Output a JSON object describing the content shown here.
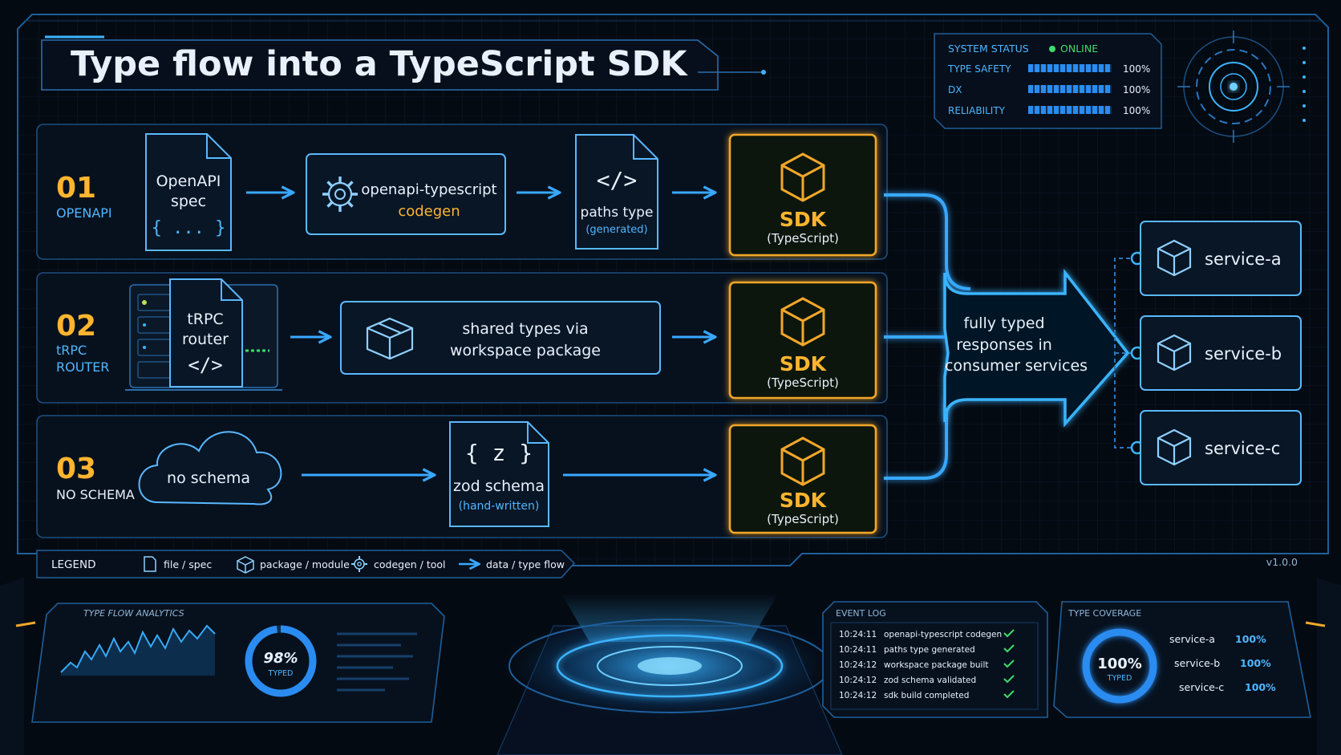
{
  "title": "Type flow into a TypeScript SDK",
  "status_panel": {
    "heading": "SYSTEM STATUS",
    "state": "ONLINE",
    "metrics": [
      {
        "label": "TYPE SAFETY",
        "value": "100%",
        "level": 1.0
      },
      {
        "label": "DX",
        "value": "100%",
        "level": 1.0
      },
      {
        "label": "RELIABILITY",
        "value": "100%",
        "level": 1.0
      }
    ]
  },
  "lanes": [
    {
      "number": "01",
      "name": "OPENAPI",
      "source": {
        "line1": "OpenAPI",
        "line2": "spec",
        "glyph": "{ ... }"
      },
      "tool": {
        "line1": "openapi-typescript",
        "line2": "codegen"
      },
      "output": {
        "line1": "paths type",
        "line2": "(generated)",
        "glyph": "</>"
      },
      "sdk": {
        "line1": "SDK",
        "line2": "(TypeScript)"
      }
    },
    {
      "number": "02",
      "name_line1": "tRPC",
      "name_line2": "ROUTER",
      "source": {
        "line1": "tRPC",
        "line2": "router",
        "glyph": "</>"
      },
      "package": {
        "line1": "shared types via",
        "line2": "workspace package"
      },
      "sdk": {
        "line1": "SDK",
        "line2": "(TypeScript)"
      }
    },
    {
      "number": "03",
      "name": "NO SCHEMA",
      "source": {
        "line1": "no schema"
      },
      "output": {
        "line1": "zod schema",
        "line2": "(hand-written)",
        "glyph": "{ z }"
      },
      "sdk": {
        "line1": "SDK",
        "line2": "(TypeScript)"
      }
    }
  ],
  "merge": {
    "line1": "fully typed",
    "line2": "responses in",
    "line3": "consumer services"
  },
  "services": [
    "service-a",
    "service-b",
    "service-c"
  ],
  "legend": {
    "heading": "LEGEND",
    "items": [
      "file / spec",
      "package / module",
      "codegen / tool",
      "data / type flow"
    ],
    "version": "v1.0.0"
  },
  "analytics": {
    "heading": "TYPE FLOW ANALYTICS",
    "percent": "98%",
    "caption": "TYPED",
    "level": 0.98
  },
  "event_log": {
    "heading": "EVENT LOG",
    "rows": [
      {
        "time": "10:24:11",
        "message": "openapi-typescript  codegen"
      },
      {
        "time": "10:24:11",
        "message": "paths type generated"
      },
      {
        "time": "10:24:12",
        "message": "workspace package built"
      },
      {
        "time": "10:24:12",
        "message": "zod schema  validated"
      },
      {
        "time": "10:24:12",
        "message": "sdk build  completed"
      }
    ]
  },
  "coverage": {
    "heading": "TYPE COVERAGE",
    "percent": "100%",
    "caption": "TYPED",
    "rows": [
      {
        "name": "service-a",
        "value": "100%"
      },
      {
        "name": "service-b",
        "value": "100%"
      },
      {
        "name": "service-c",
        "value": "100%"
      }
    ]
  },
  "colors": {
    "accent": "#38a8ff",
    "sdk": "#f2a72a",
    "ok": "#3fdc6a",
    "bg": "#050b14"
  }
}
